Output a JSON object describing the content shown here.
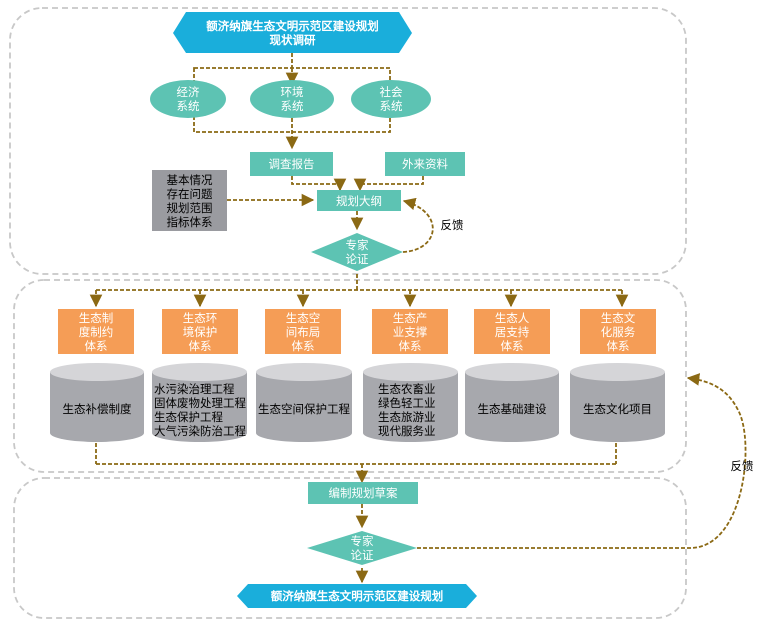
{
  "colors": {
    "hexagon": "#1aaedb",
    "teal": "#5dc3b3",
    "orange": "#f59d56",
    "gray_box": "#9a9ba0",
    "cylinder_body": "#a7a8ad",
    "cylinder_top": "#d5d5d8",
    "arrow": "#8b6914",
    "dashed_border": "#c8c8c8"
  },
  "header": {
    "title": "额济纳旗生态文明示范区建设规划\n现状调研"
  },
  "systems": [
    "经济\n系统",
    "环境\n系统",
    "社会\n系统"
  ],
  "survey_report": "调查报告",
  "external_data": "外来资料",
  "basic_info": "基本情况\n存在问题\n规划范围\n指标体系",
  "outline": "规划大纲",
  "expert_review_1": "专家\n论证",
  "feedback_1": "反馈",
  "subsystems": [
    {
      "title": "生态制\n度制约\n体系",
      "detail": "生态补偿制度"
    },
    {
      "title": "生态环\n境保护\n体系",
      "detail": "水污染治理工程\n固体废物处理工程\n生态保护工程\n大气污染防治工程"
    },
    {
      "title": "生态空\n间布局\n体系",
      "detail": "生态空间保护工程"
    },
    {
      "title": "生态产\n业支撑\n体系",
      "detail": "生态农畜业\n绿色轻工业\n生态旅游业\n现代服务业"
    },
    {
      "title": "生态人\n居支持\n体系",
      "detail": "生态基础建设"
    },
    {
      "title": "生态文\n化服务\n体系",
      "detail": "生态文化项目"
    }
  ],
  "feedback_2": "反馈",
  "draft": "编制规划草案",
  "expert_review_2": "专家\n论证",
  "footer": {
    "title": "额济纳旗生态文明示范区建设规划"
  }
}
